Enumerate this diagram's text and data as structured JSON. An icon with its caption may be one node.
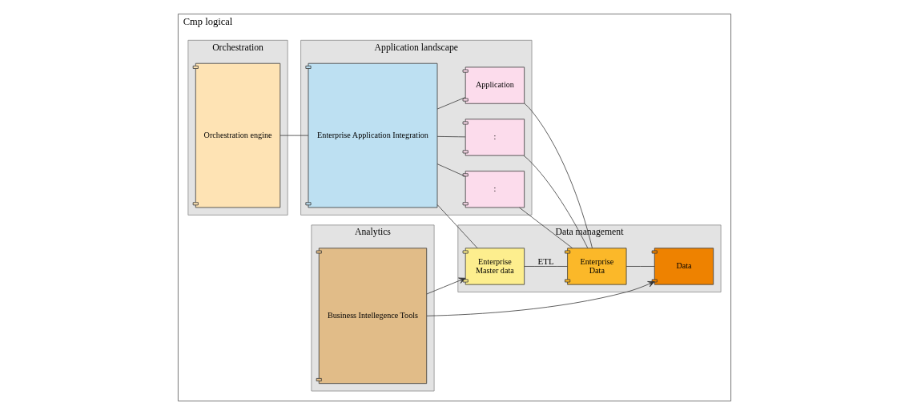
{
  "diagram": {
    "nodes": [
      {
        "text": [
          "Cmp logical"
        ]
      },
      {
        "text": [
          "Orchestration"
        ],
        "in": 0
      },
      {
        "text": [
          "Orchestration engine"
        ],
        "in": 1
      },
      {
        "text": [
          "Application landscape"
        ],
        "in": 0
      },
      {
        "text": [
          "Enterprise Application Integration"
        ],
        "in": 3
      },
      {
        "text": [
          ":"
        ],
        "in": 3
      },
      {
        "text": [
          "Application"
        ],
        "in": 3
      },
      {
        "text": [
          ":"
        ],
        "in": 3
      },
      {
        "text": [
          "Data management"
        ],
        "in": 0
      },
      {
        "text": [
          "Enterprise",
          "Master data"
        ],
        "in": 8
      },
      {
        "text": [
          "Enterprise",
          "Data"
        ],
        "in": 8
      },
      {
        "text": [
          "Data"
        ],
        "in": 8
      },
      {
        "text": [
          "Analytics"
        ],
        "in": 0
      },
      {
        "text": [
          "Business Intellegence Tools"
        ],
        "in": 12
      }
    ],
    "edges": [
      {
        "from": 2,
        "to": 4,
        "arrow": "none"
      },
      {
        "from": 4,
        "to": 9,
        "arrow": "none"
      },
      {
        "from": 4,
        "to": 5,
        "arrow": "none"
      },
      {
        "from": 4,
        "to": 6,
        "arrow": "none"
      },
      {
        "from": 4,
        "to": 7,
        "arrow": "none"
      },
      {
        "from": 5,
        "to": 10,
        "arrow": "none"
      },
      {
        "from": 6,
        "to": 10,
        "arrow": "none"
      },
      {
        "from": 7,
        "to": 10,
        "arrow": "none"
      },
      {
        "from": 9,
        "to": 10,
        "arrow": "none",
        "label": "ETL"
      },
      {
        "from": 10,
        "to": 11,
        "arrow": "none"
      },
      {
        "from": 13,
        "to": 9,
        "arrow": "to"
      },
      {
        "from": 13,
        "to": 11,
        "arrow": "to"
      }
    ]
  }
}
